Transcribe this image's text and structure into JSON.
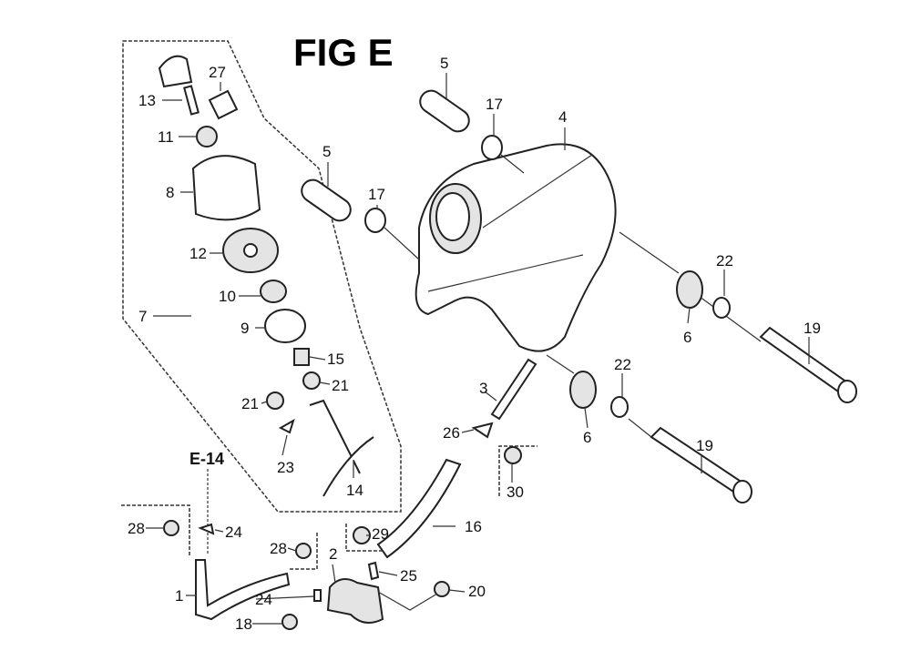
{
  "title": "FIG E",
  "reference": "E-14",
  "callouts": [
    "5",
    "17",
    "4",
    "5",
    "17",
    "27",
    "13",
    "11",
    "8",
    "12",
    "10",
    "9",
    "7",
    "15",
    "21",
    "21",
    "23",
    "14",
    "28",
    "24",
    "28",
    "29",
    "2",
    "1",
    "24",
    "18",
    "25",
    "16",
    "20",
    "26",
    "30",
    "3",
    "22",
    "6",
    "19",
    "22",
    "6",
    "19"
  ]
}
